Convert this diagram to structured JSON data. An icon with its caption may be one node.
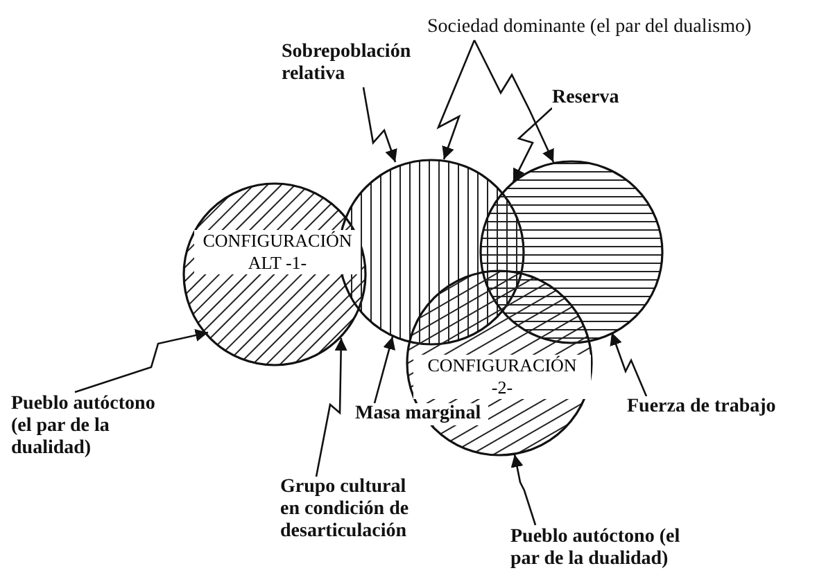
{
  "diagram": {
    "nodes": [
      {
        "text": [
          "Sociedad dominante (el par del dualismo)"
        ]
      },
      {
        "text": [
          "Sobrepoblación relativa"
        ]
      },
      {
        "text": [
          "Reserva"
        ]
      },
      {
        "text": [
          "CONFIGURACIÓN ALT -1-"
        ]
      },
      {
        "text": [],
        "shape": "circle"
      },
      {
        "text": [],
        "shape": "circle"
      },
      {
        "text": [
          "CONFIGURACIÓN -2-"
        ]
      },
      {
        "text": [
          "Fuerza de trabajo"
        ]
      },
      {
        "text": [
          "Masa marginal"
        ]
      },
      {
        "text": [
          "Pueblo autóctono (el par de la dualidad)"
        ]
      },
      {
        "text": [
          "Grupo cultural en condición de desarticulación"
        ]
      },
      {
        "text": [
          "Pueblo autóctono (el par de la dualidad)"
        ]
      }
    ],
    "edges": [
      {
        "from": 1,
        "to": 4,
        "arrow": "to"
      },
      {
        "from": 0,
        "to": 4,
        "arrow": "to"
      },
      {
        "from": 0,
        "to": 5,
        "arrow": "to"
      },
      {
        "from": 2,
        "to": 5,
        "arrow": "to"
      },
      {
        "from": 7,
        "to": 5,
        "arrow": "to"
      },
      {
        "from": 8,
        "to": 4,
        "arrow": "to"
      },
      {
        "from": 9,
        "to": 3,
        "arrow": "to"
      },
      {
        "from": 10,
        "to": 3,
        "arrow": "to"
      },
      {
        "from": 11,
        "to": 6,
        "arrow": "to"
      }
    ]
  }
}
